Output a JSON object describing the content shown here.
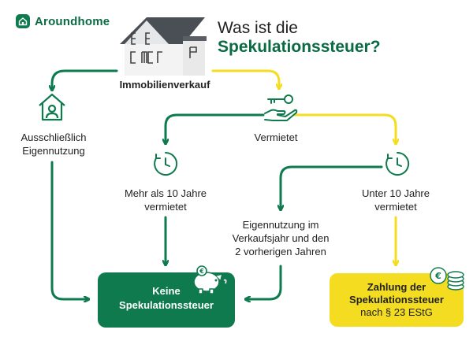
{
  "brand": {
    "name": "Aroundhome",
    "color": "#0e7a4d"
  },
  "title": {
    "line1": "Was ist die",
    "line2": "Spekulationssteuer?"
  },
  "nodes": {
    "sale": "Immobilienverkauf",
    "own_use": [
      "Ausschließlich",
      "Eigennutzung"
    ],
    "rented": "Vermietet",
    "over_10": [
      "Mehr als 10 Jahre",
      "vermietet"
    ],
    "under_10": [
      "Unter 10 Jahre",
      "vermietet"
    ],
    "own_use_recent": [
      "Eigennutzung im",
      "Verkaufsjahr und den",
      "2 vorherigen Jahren"
    ]
  },
  "results": {
    "no_tax": [
      "Keine",
      "Spekulationssteuer"
    ],
    "tax": [
      "Zahlung der",
      "Spekulationssteuer",
      "nach § 23 EStG"
    ]
  },
  "icons": [
    "house-icon",
    "house-person-icon",
    "key-hand-icon",
    "clock-icon",
    "piggy-bank-icon",
    "coins-icon"
  ],
  "colors": {
    "green": "#0e7a4d",
    "yellow": "#f4dd21",
    "text": "#222222"
  }
}
